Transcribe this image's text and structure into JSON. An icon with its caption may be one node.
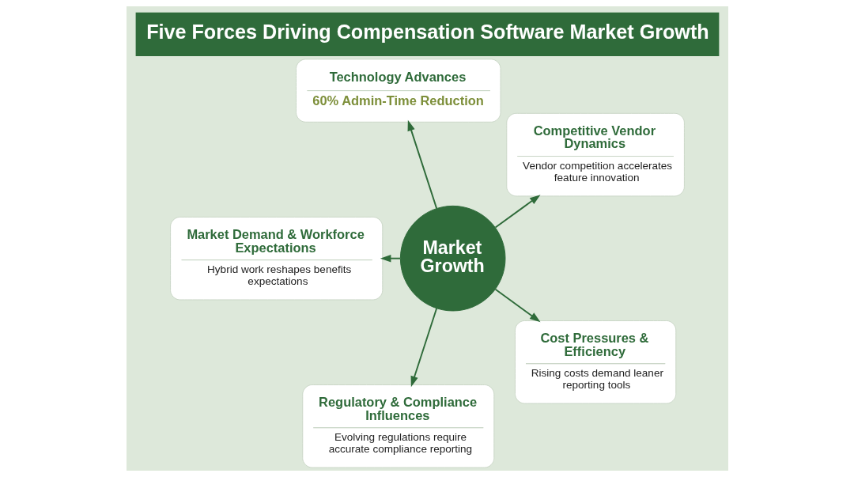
{
  "diagram": {
    "title": "Five Forces Driving Compensation Software Market Growth",
    "nodes": [
      {
        "text": [
          "Competitive Vendor Dynamics",
          "Vendor competition accelerates feature innovation"
        ]
      },
      {
        "text": [
          "Technology Advances",
          "60% Admin-Time Reduction"
        ]
      },
      {
        "text": [
          "Market Demand & Workforce Expectations",
          "Hybrid work reshapes benefits expectations"
        ]
      },
      {
        "text": [
          "Market Growth"
        ]
      },
      {
        "text": [
          "Regulatory & Compliance Influences",
          "Evolving regulations require accurate compliance reporting"
        ]
      },
      {
        "text": [
          "Cost Pressures & Efficiency",
          "Rising costs demand leaner reporting tools"
        ]
      }
    ],
    "edges": [
      {
        "from": 3,
        "to": 0,
        "arrow": "to"
      },
      {
        "from": 3,
        "to": 1,
        "arrow": "to"
      },
      {
        "from": 3,
        "to": 2,
        "arrow": "to"
      },
      {
        "from": 3,
        "to": 4,
        "arrow": "to"
      },
      {
        "from": 3,
        "to": 5,
        "arrow": "to"
      }
    ]
  }
}
